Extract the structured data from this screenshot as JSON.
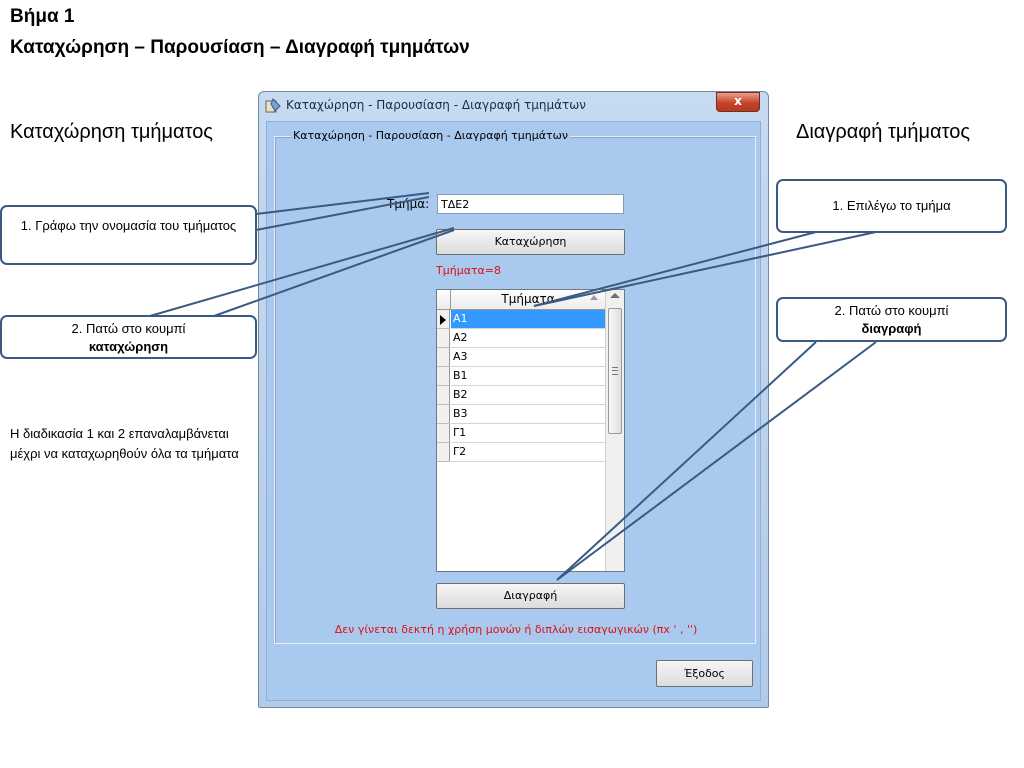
{
  "slide": {
    "title_line1": "Βήμα 1",
    "title_line2": "Καταχώρηση – Παρουσίαση – Διαγραφή τμημάτων",
    "left_heading": "Καταχώρηση τμήματος",
    "right_heading": "Διαγραφή τμήματος",
    "note": "Η διαδικασία 1 και 2 επαναλαμβάνεται μέχρι να καταχωρηθούν όλα τα τμήματα",
    "callouts": {
      "left_step1": "1. Γράφω την ονομασία του τμήματος",
      "left_step2_text": "2. Πατώ στο κουμπί",
      "left_step2_bold": "καταχώρηση",
      "right_step1": "1. Επιλέγω το τμήμα",
      "right_step2_text": "2. Πατώ στο κουμπί",
      "right_step2_bold": "διαγραφή"
    },
    "arrow_color": "#3a5a82"
  },
  "window": {
    "title": "Καταχώρηση - Παρουσίαση - Διαγραφή τμημάτων",
    "close_label": "x",
    "group_title": "Καταχώρηση - Παρουσίαση - Διαγραφή τμημάτων",
    "field_label": "Τμήμα:",
    "field_value": "ΤΔΕ2",
    "register_button_label": "Καταχώρηση",
    "count_text": "Τμήματα=8",
    "grid": {
      "column_header": "Τμήματα",
      "rows": [
        "Α1",
        "Α2",
        "Α3",
        "Β1",
        "Β2",
        "Β3",
        "Γ1",
        "Γ2"
      ],
      "selected_index": 0
    },
    "delete_button_label": "Διαγραφή",
    "warning_text": "Δεν γίνεται δεκτή η χρήση μονών ή διπλών εισαγωγικών (πx ' , '')",
    "exit_button_label": "Έξοδος",
    "colors": {
      "client_bg": "#a9c9ee",
      "selection": "#3399ff",
      "warning": "#e01010"
    }
  }
}
